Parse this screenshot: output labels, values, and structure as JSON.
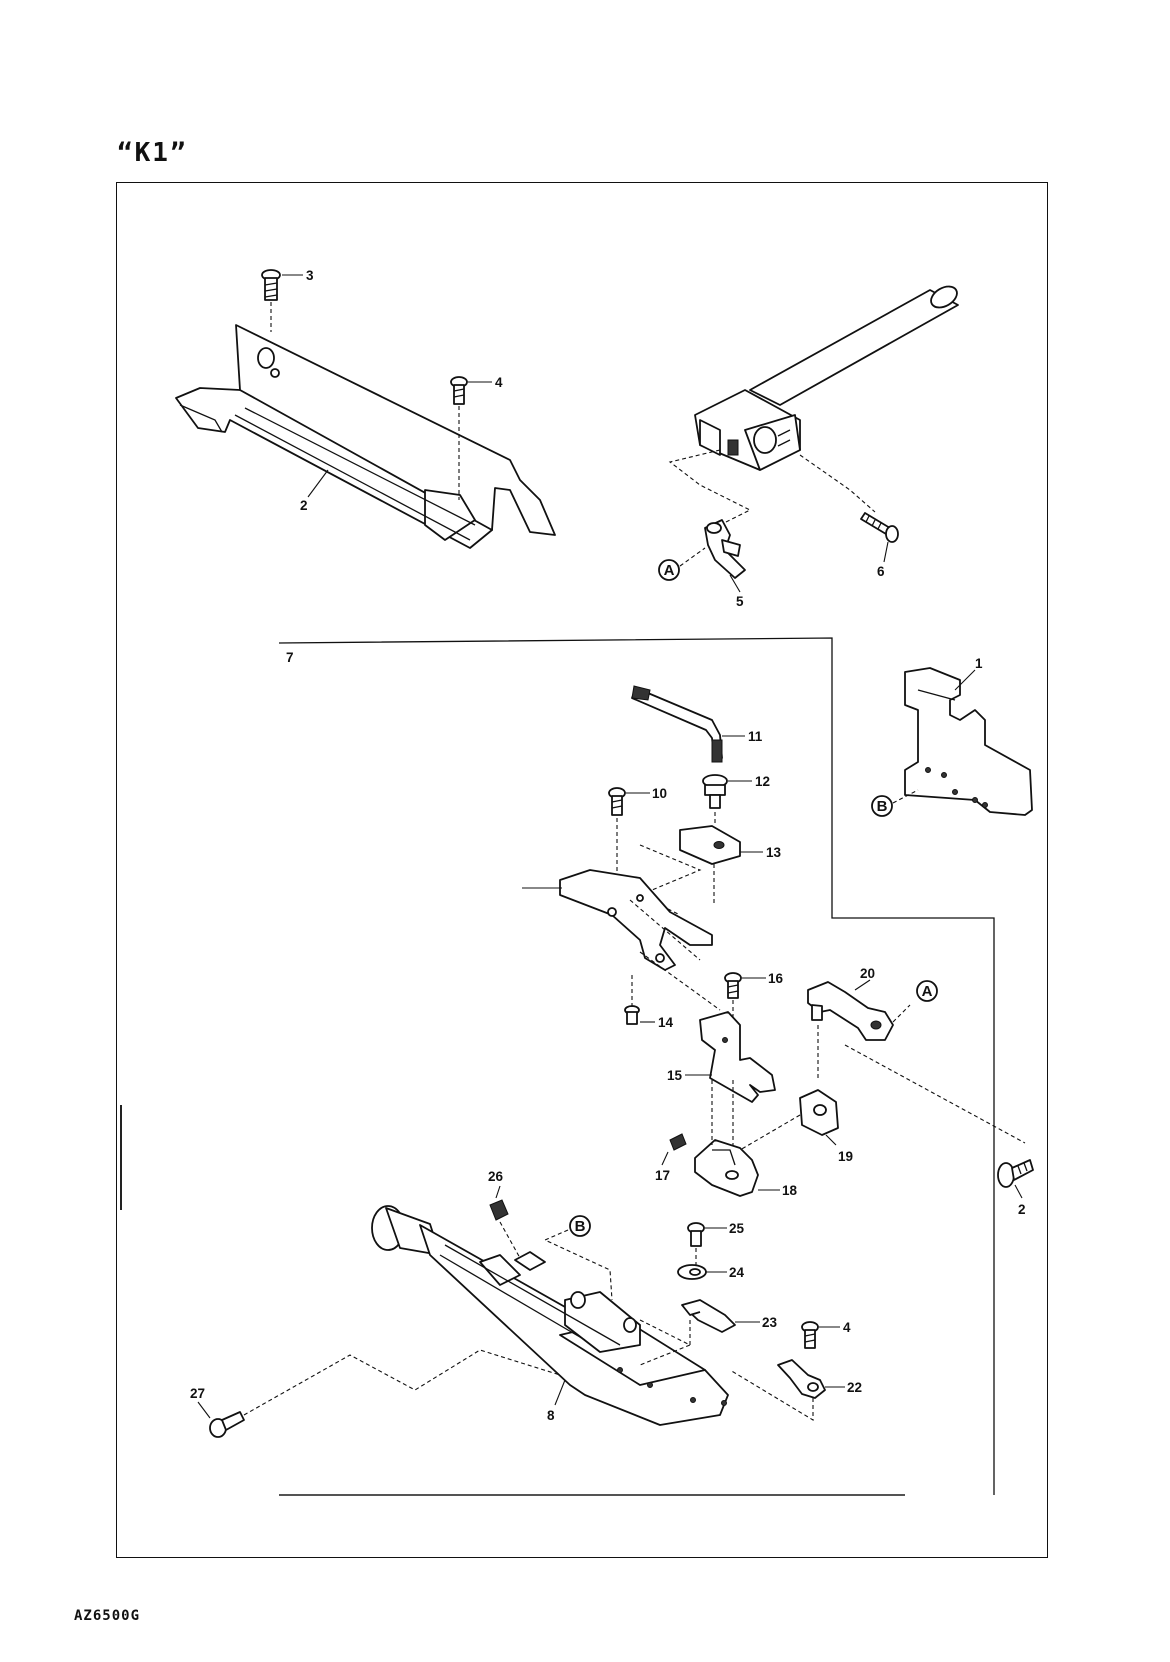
{
  "header": {
    "title": "“K1”"
  },
  "footer": {
    "code": "AZ6500G"
  },
  "callouts": [
    {
      "id": "c3",
      "text": "3"
    },
    {
      "id": "c4a",
      "text": "4"
    },
    {
      "id": "c2a",
      "text": "2"
    },
    {
      "id": "c5",
      "text": "5"
    },
    {
      "id": "c6",
      "text": "6"
    },
    {
      "id": "c7",
      "text": "7"
    },
    {
      "id": "c1",
      "text": "1"
    },
    {
      "id": "c11",
      "text": "11"
    },
    {
      "id": "c12",
      "text": "12"
    },
    {
      "id": "c10",
      "text": "10"
    },
    {
      "id": "c13",
      "text": "13"
    },
    {
      "id": "c16",
      "text": "16"
    },
    {
      "id": "c20",
      "text": "20"
    },
    {
      "id": "c14",
      "text": "14"
    },
    {
      "id": "c15",
      "text": "15"
    },
    {
      "id": "c19",
      "text": "19"
    },
    {
      "id": "c17",
      "text": "17"
    },
    {
      "id": "c18",
      "text": "18"
    },
    {
      "id": "c2b",
      "text": "2"
    },
    {
      "id": "c26",
      "text": "26"
    },
    {
      "id": "c25",
      "text": "25"
    },
    {
      "id": "c24",
      "text": "24"
    },
    {
      "id": "c23",
      "text": "23"
    },
    {
      "id": "c4b",
      "text": "4"
    },
    {
      "id": "c22",
      "text": "22"
    },
    {
      "id": "c27",
      "text": "27"
    },
    {
      "id": "c8",
      "text": "8"
    }
  ],
  "refs": {
    "a": "A",
    "b": "B"
  }
}
